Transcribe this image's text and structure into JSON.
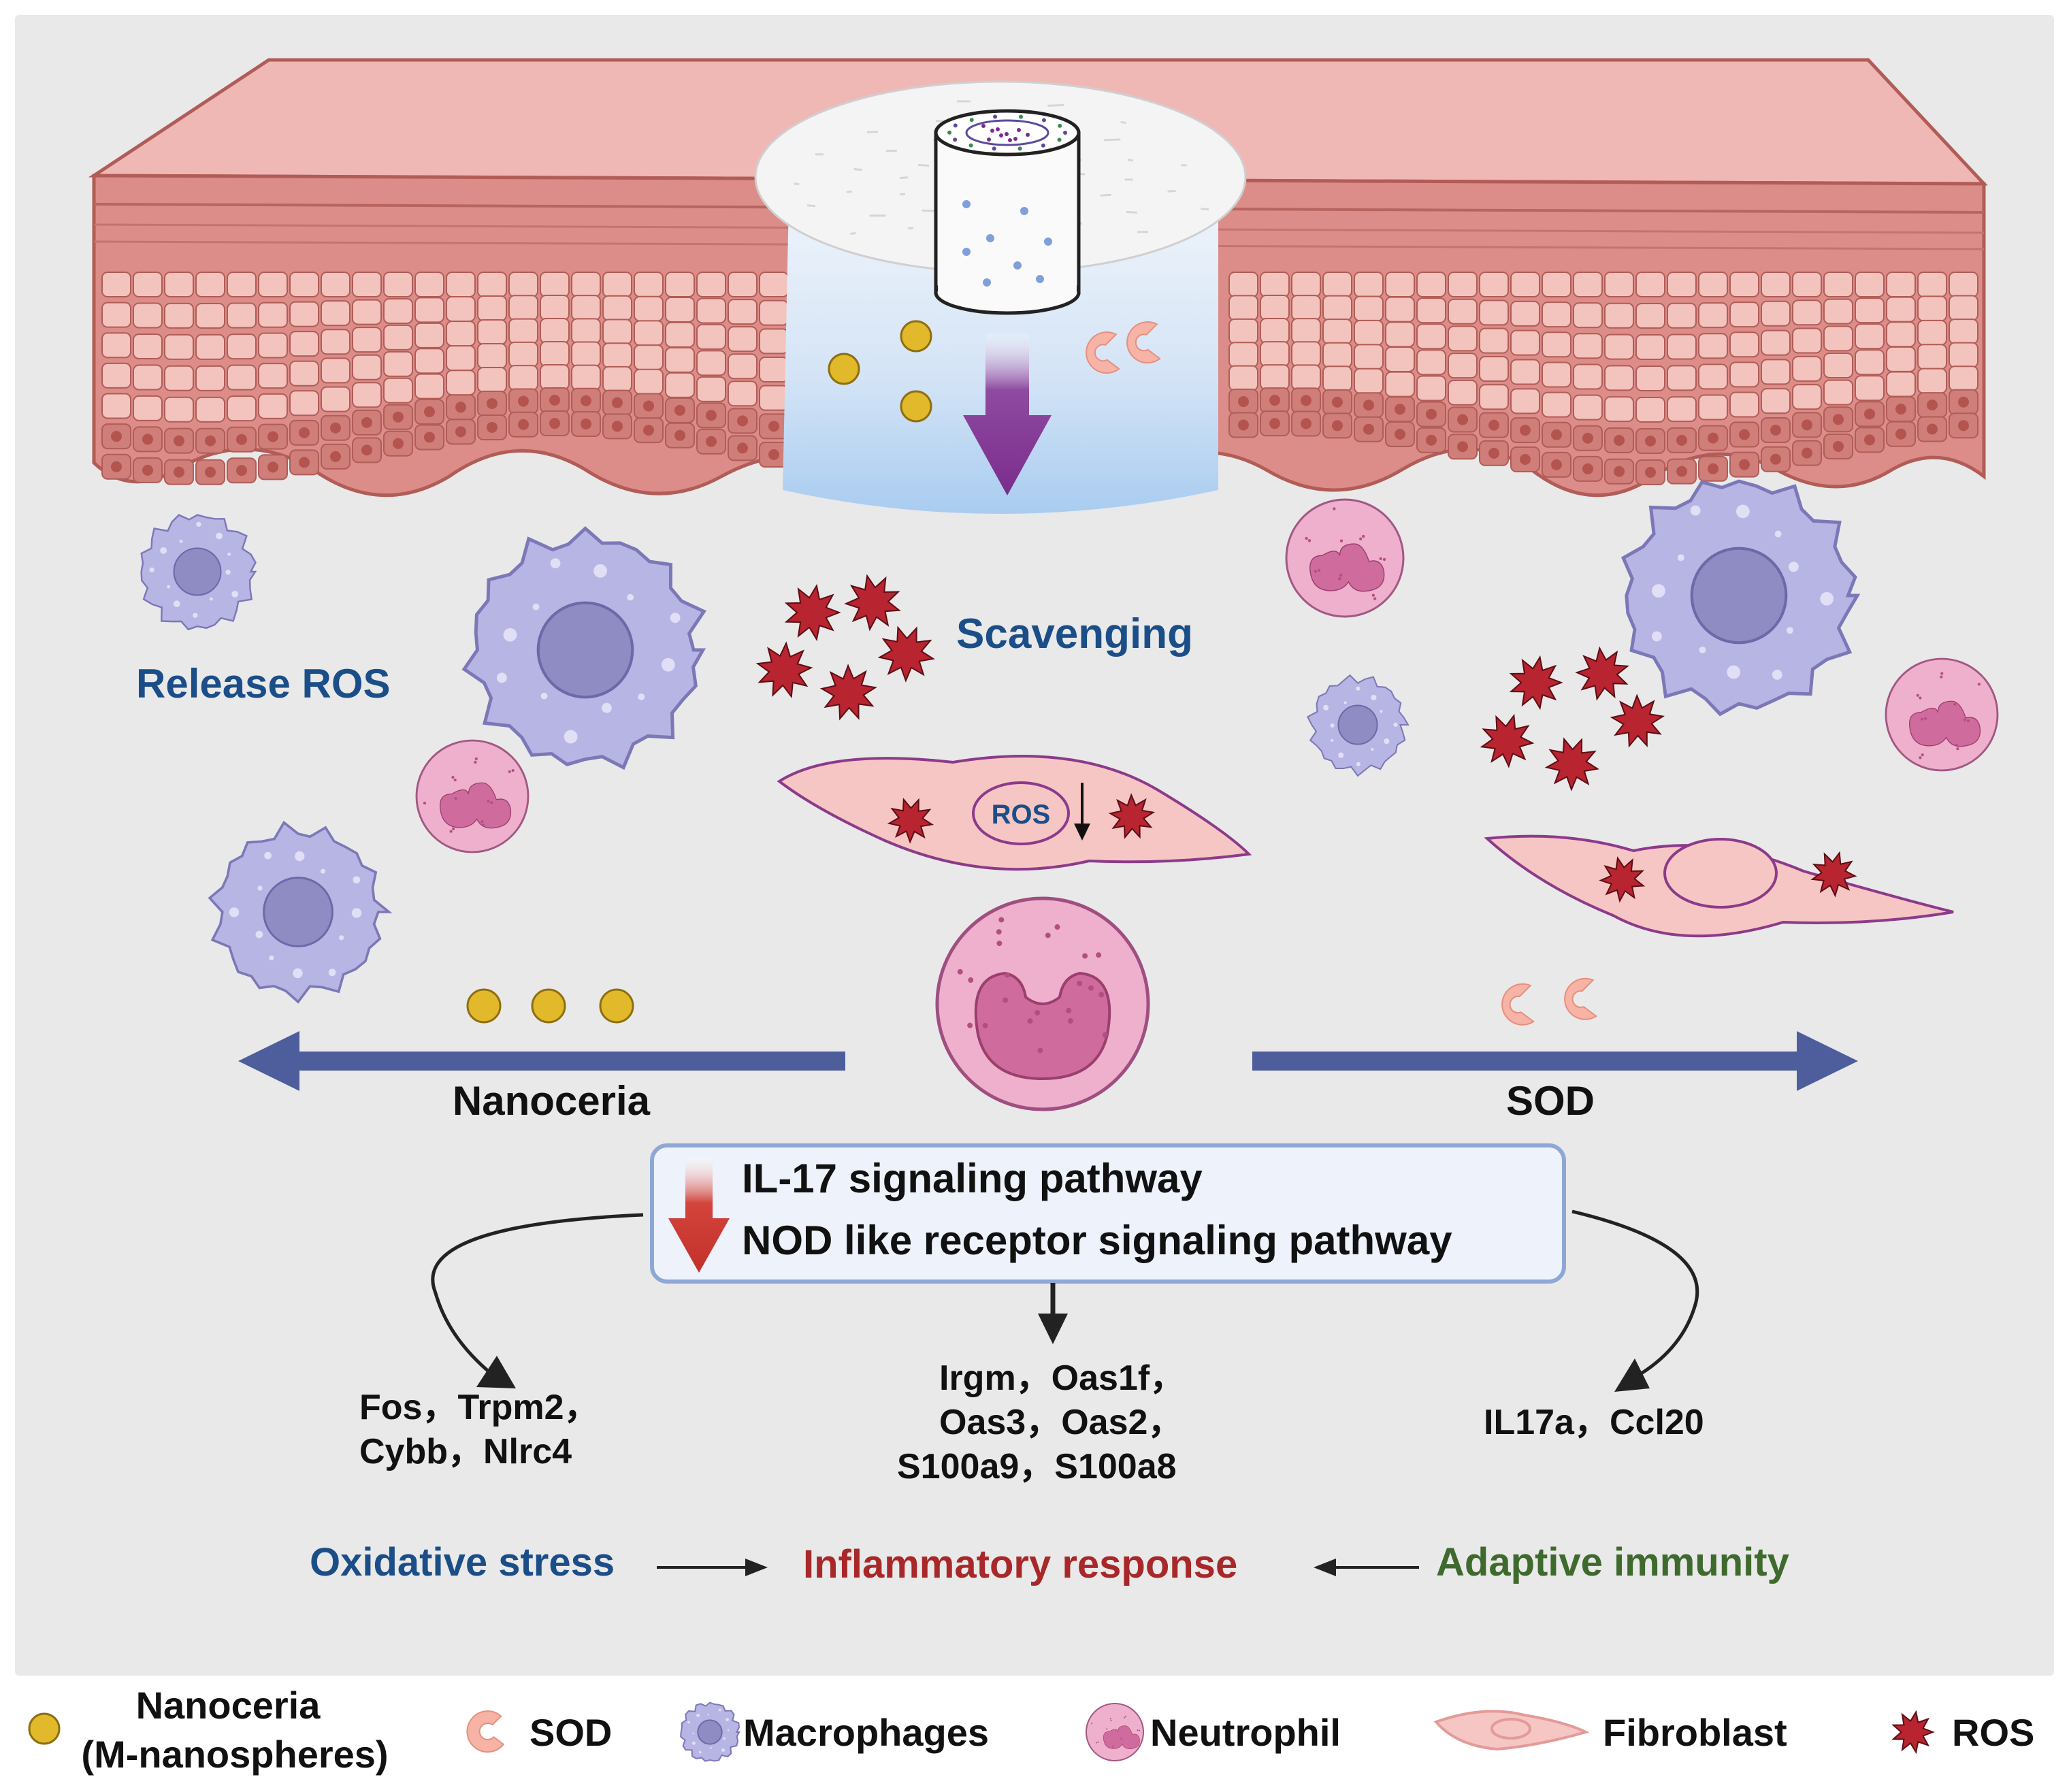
{
  "labels": {
    "release_ros": "Release ROS",
    "scavenging": "Scavenging",
    "ros_in_cell": "ROS",
    "nanoceria": "Nanoceria",
    "sod": "SOD"
  },
  "pathway_box": {
    "line1": "IL-17 signaling pathway",
    "line2": "NOD like receptor signaling pathway"
  },
  "genes": {
    "left_line1": "Fos，Trpm2，",
    "left_line2": "Cybb，Nlrc4",
    "center_line1": "Irgm，Oas1f，",
    "center_line2": "Oas3，Oas2，",
    "center_line3": "S100a9，S100a8",
    "right_line1": "IL17a，Ccl20"
  },
  "outcomes": {
    "oxidative_stress": "Oxidative stress",
    "inflammatory_response": "Inflammatory response",
    "adaptive_immunity": "Adaptive immunity"
  },
  "legend": {
    "nanoceria_line1": "Nanoceria",
    "nanoceria_line2": "(M-nanospheres)",
    "sod": "SOD",
    "macrophages": "Macrophages",
    "neutrophil": "Neutrophil",
    "fibroblast": "Fibroblast",
    "ros": "ROS"
  },
  "colors": {
    "panel_bg": "#e9e9e9",
    "skin_top": "#efb8b5",
    "skin_dermis": "#dc8d89",
    "skin_cells": "#f3c3bd",
    "skin_outline": "#b15c57",
    "wound_fill": "#d6e6f8",
    "down_arrow": "#7b2f8e",
    "blue_arrow": "#4e5d9c",
    "red_arrow": "#c3302a",
    "text_blue": "#1b4e88",
    "text_red": "#a8282a",
    "text_green": "#3e6a2e",
    "macrophage": "#b7b5e3",
    "macrophage_nucleus": "#8f8cc4",
    "neutrophil": "#eeb0cc",
    "neutrophil_nucleus": "#cf6c9d",
    "fibroblast": "#f6c6c4",
    "fibroblast_outline": "#8c3a8a",
    "ros": "#b82430",
    "nanoceria": "#e2b92a",
    "sod_shape": "#f6b3a6"
  }
}
